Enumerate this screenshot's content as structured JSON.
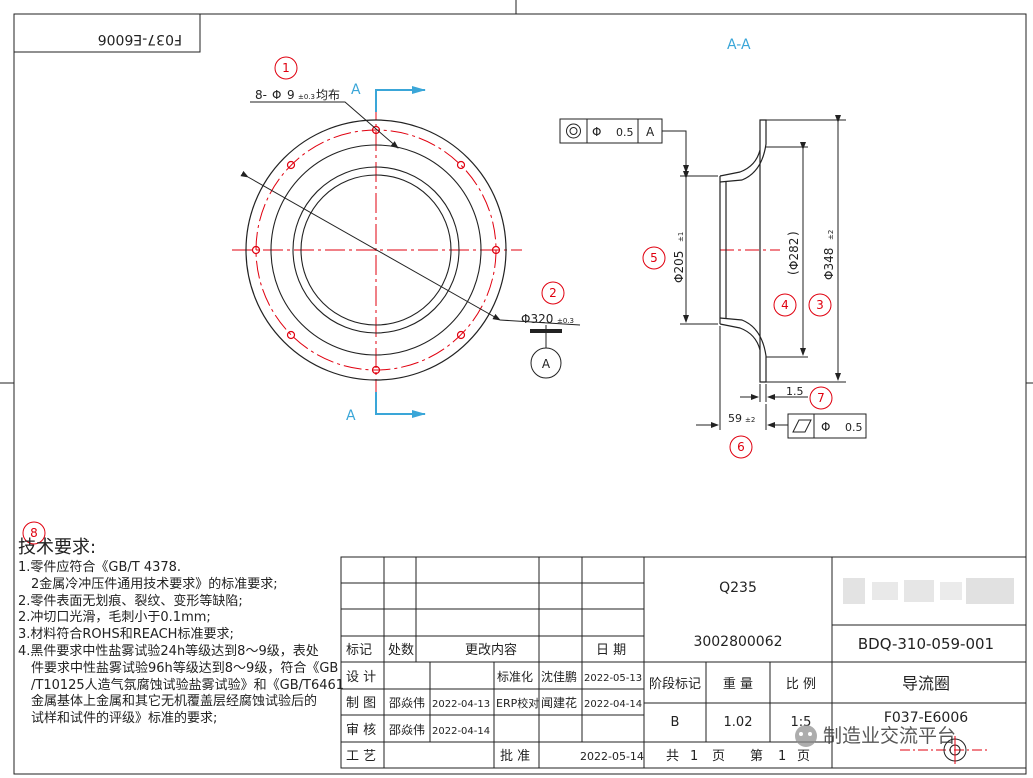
{
  "drawing_code_mirrored": "F037-E6006",
  "section_title": "A-A",
  "section_mark": "A",
  "datum_label": "A",
  "balloons": [
    "1",
    "2",
    "3",
    "4",
    "5",
    "6",
    "7",
    "8"
  ],
  "dims": {
    "holes_prefix": "8-",
    "holes_phi": "Φ",
    "holes_value": "9",
    "holes_tol": "±0.3",
    "holes_suffix": "均布",
    "od320_value": "Φ320",
    "od320_tol": "±0.3",
    "d205": "Φ205",
    "d205_tol": "±1",
    "d282": "Φ282",
    "d348": "Φ348",
    "d348_tol": "±2",
    "t15": "1.5",
    "h59": "59",
    "h59_tol": "±2"
  },
  "fcf_concentric": {
    "symbol": "◎",
    "phi": "Φ",
    "tol": "0.5",
    "datum": "A"
  },
  "fcf_flatness": {
    "symbol": "▱",
    "phi": "Φ",
    "tol": "0.5"
  },
  "notes": {
    "heading": "技术要求:",
    "lines": [
      "1.零件应符合《GB/T 4378.",
      "2金属冷冲压件通用技术要求》的标准要求;",
      "2.零件表面无划痕、裂纹、变形等缺陷;",
      "2.冲切口光滑，毛刺小于0.1mm;",
      "3.材料符合ROHS和REACH标准要求;",
      "4.黑件要求中性盐雾试验24h等级达到8～9级，表处",
      "件要求中性盐雾试验96h等级达到8～9级，符合《GB",
      "/T10125人造气氛腐蚀试验盐雾试验》和《GB/T6461",
      "金属基体上金属和其它无机覆盖层经腐蚀试验后的",
      "试样和试件的评级》标准的要求;"
    ]
  },
  "title_block": {
    "hdr_mark": "标记",
    "hdr_count": "处数",
    "hdr_content": "更改内容",
    "hdr_date": "日 期",
    "design": "设 计",
    "draw": "制 图",
    "check": "审 核",
    "craft": "工 艺",
    "draw_name": "邵焱伟",
    "draw_date": "2022-04-13",
    "check_name": "邵焱伟",
    "check_date": "2022-04-14",
    "std_label": "标准化",
    "std_name": "沈佳鹏",
    "std_date": "2022-05-13",
    "erp_label": "ERP校对",
    "erp_name": "闻建花",
    "erp_date": "2022-04-14",
    "approve_label": "批 准",
    "approve_date": "2022-05-14",
    "material": "Q235",
    "material_code": "3002800062",
    "stage_label": "阶段标记",
    "weight_label": "重 量",
    "scale_label": "比 例",
    "stage_value": "B",
    "weight_value": "1.02",
    "scale_value": "1:5",
    "sheets_total_pre": "共",
    "sheets_total": "1",
    "sheets_unit": "页",
    "sheet_pre": "第",
    "sheet_no": "1",
    "sheet_unit": "页",
    "part_no": "BDQ-310-059-001",
    "part_name": "导流圈",
    "drawing_code": "F037-E6006"
  },
  "watermark": "制造业交流平台",
  "colors": {
    "red": "#e0000f",
    "blue": "#3aa6d8",
    "ink": "#1e1e1e"
  }
}
